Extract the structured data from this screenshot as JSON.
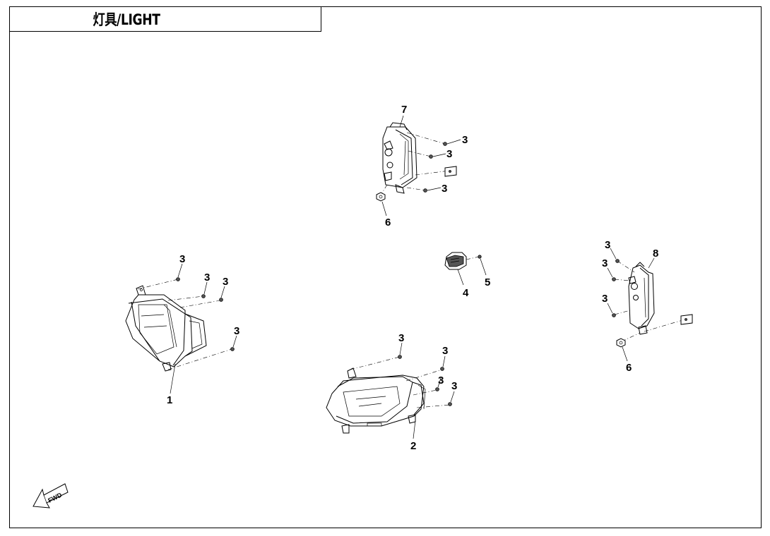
{
  "title": "灯具/LIGHT",
  "callouts": {
    "c1": "1",
    "c2": "2",
    "c3": "3",
    "c4": "4",
    "c5": "5",
    "c6": "6",
    "c7": "7",
    "c8": "8"
  },
  "fwd_label": "FWD",
  "colors": {
    "line": "#000000",
    "background": "#ffffff"
  }
}
